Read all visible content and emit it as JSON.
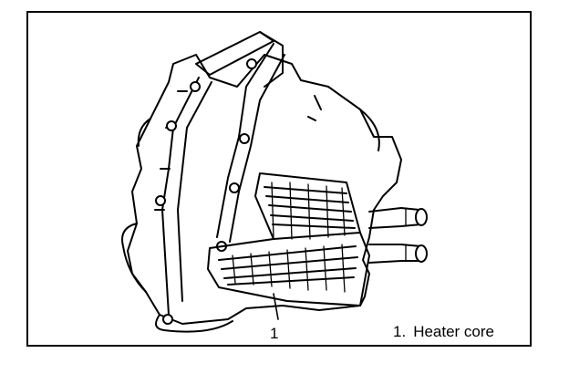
{
  "figure": {
    "callouts": [
      {
        "id": "1",
        "label": "1"
      }
    ],
    "legend": [
      {
        "number": "1.",
        "text": "Heater core"
      }
    ]
  }
}
